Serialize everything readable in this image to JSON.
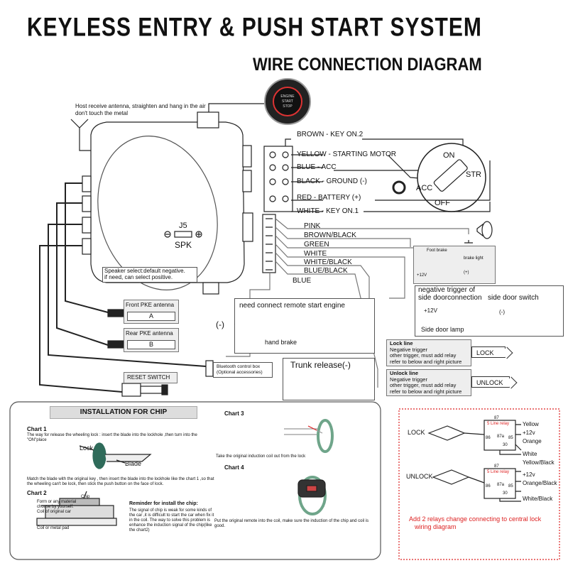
{
  "header": {
    "title": "KEYLESS ENTRY & PUSH START SYSTEM",
    "subtitle": "WIRE CONNECTION DIAGRAM"
  },
  "antenna_note": "Host receive antenna, straighten and hang in the air don't touch the metal",
  "push_button": {
    "line1": "ENGINE",
    "line2": "START",
    "line3": "STOP"
  },
  "control_unit": {
    "j5_label": "J5",
    "spk_label": "SPK",
    "speaker_note_1": "Speaker select:default negative.",
    "speaker_note_2": "if need, can select positive."
  },
  "ignition_wires": [
    {
      "label": "BROWN  - KEY ON.2"
    },
    {
      "label": "YELLOW - STARTING MOTOR"
    },
    {
      "label": "BLUE     - ACC"
    },
    {
      "label": "BLACK   - GROUND (-)"
    },
    {
      "label": "RED       - BATTERY (+)"
    },
    {
      "label": "WHITE   - KEY ON.1"
    }
  ],
  "ignition_switch": {
    "on": "ON",
    "str": "STR",
    "acc": "ACC",
    "off": "OFF"
  },
  "aux_wires": [
    "PINK",
    "BROWN/BLACK",
    "GREEN",
    "WHITE",
    "WHITE/BLACK",
    "BLUE/BLACK",
    "BLUE"
  ],
  "foot_brake": {
    "label": "Foot brake",
    "light": "brake light",
    "v12": "+12V",
    "plus": "(+)"
  },
  "side_door": {
    "title_1": "negative trigger of",
    "title_2": "side doorconnection",
    "switch": "side door switch",
    "v12": "+12V",
    "neg": "(-)",
    "lamp": "Side door lamp"
  },
  "remote_start": {
    "title": "need connect remote start engine",
    "neg": "(-)",
    "brake": "hand brake"
  },
  "trunk": {
    "label": "Trunk release(-)"
  },
  "antennas": {
    "front": "Front PKE antenna",
    "front_letter": "A",
    "rear": "Rear PKE antenna",
    "rear_letter": "B",
    "reset": "RESET SWITCH"
  },
  "bluetooth": {
    "line1": "Bluetooth control box",
    "line2": "(Optional accessories)"
  },
  "lock_box": {
    "title": "Lock line",
    "l1": "Negative trigger",
    "l2": "other trigger, must add relay",
    "l3": "refer to below and right picture",
    "arrow": "LOCK"
  },
  "unlock_box": {
    "title": "Unlock line",
    "l1": "Negative trigger",
    "l2": "other trigger, must add relay",
    "l3": "refer to below and right picture",
    "arrow": "UNLOCK"
  },
  "chip": {
    "heading": "INSTALLATION FOR CHIP",
    "chart1": "Chart  1",
    "chart1_text": "The way for release the wheeling lock : insert the blade into the lockhole ,then turn into the \"ON\"place",
    "lock": "Lock",
    "blade": "Blade",
    "match_text": "Match the blade with the original key , then insert the blade into the lockhole like the chart 1 ,so that the wheeling can't be lock, then stick the push button on the face of lock.",
    "chart2": "Chart  2",
    "chip_label": "Chip",
    "form_label": "Form or any material choose by yourself.",
    "coil_car": "Coil of original car",
    "coil_pad": "Coil or metal pad",
    "reminder_title": "Reminder for install the chip:",
    "reminder_text": "The signal of chip is weak for some kinds of the car ,it is difficult to start the car when fix it in the coil. The way to solve this problem is enhance the induction signal of the chip(like the chart2)",
    "chart3": "Chart  3",
    "chart3_text": "Take the original induction coil  out from the lock",
    "chart4": "Chart  4",
    "chart4_text": "Put the original remote into the coil, make sure the induction of the chip and coil is good."
  },
  "relay": {
    "lock": "LOCK",
    "unlock": "UNLOCK",
    "yellow": "Yellow",
    "v12": "+12v",
    "orange": "Orange",
    "white": "White",
    "yellow_black": "Yellow/Black",
    "v12b": "+12v",
    "orange_black": "Orange/Black",
    "white_black": "White/Black",
    "relay_label": "5 Line relay",
    "p87": "87",
    "p86": "86",
    "p87a": "87a",
    "p85": "85",
    "p30": "30",
    "note_1": "Add 2 relays change connecting to central lock",
    "note_2": "wiring diagram"
  },
  "colors": {
    "accent_red": "#d22222",
    "line": "#222222",
    "box_grey": "#eeeeee"
  }
}
